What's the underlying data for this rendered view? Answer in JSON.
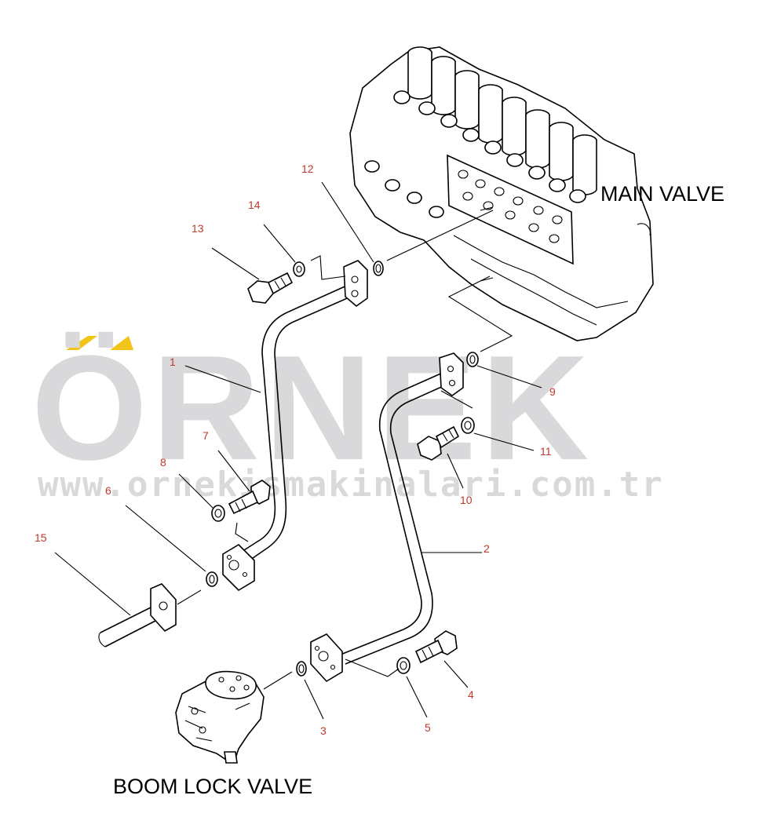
{
  "labels": {
    "main_valve": "MAIN VALVE",
    "boom_lock_valve": "BOOM LOCK VALVE"
  },
  "watermark": {
    "brand": "ÖRNEK",
    "url": "www.ornekismakinalari.com.tr",
    "accent_color": "#f0c419",
    "text_color": "#d9d9dc"
  },
  "callouts": [
    "1",
    "2",
    "3",
    "4",
    "5",
    "6",
    "7",
    "8",
    "9",
    "10",
    "11",
    "12",
    "13",
    "14",
    "15"
  ],
  "colors": {
    "callout": "#c0392b",
    "line": "#000000"
  }
}
